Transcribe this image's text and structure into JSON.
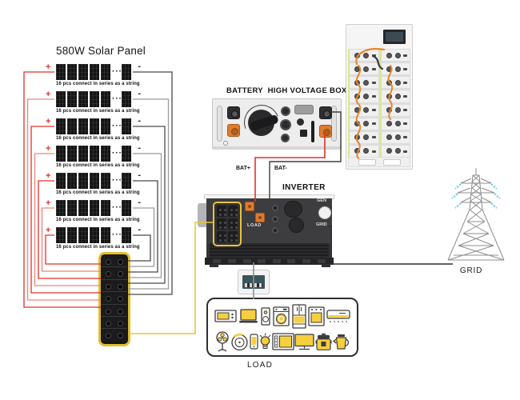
{
  "solar": {
    "title": "580W Solar Panel",
    "string_caption": "16 pcs connect in series as a string",
    "plus": "+",
    "minus": "-",
    "ellipsis": "···",
    "string_count": 7
  },
  "battery_box": {
    "title": "BATTERY  HIGH VOLTAGE BOX",
    "bat_plus_label": "BAT+",
    "bat_minus_label": "BAT-"
  },
  "inverter": {
    "title": "INVERTER",
    "load_label": "LOAD",
    "gen_label": "GEN",
    "grid_label": "GRID"
  },
  "grid": {
    "label": "GRID"
  },
  "load": {
    "label": "LOAD",
    "row1_icons": [
      "microwave",
      "laptop",
      "speaker",
      "washing-machine",
      "refrigerator",
      "oven",
      "air-conditioner"
    ],
    "row2_icons": [
      "fan",
      "robot-vacuum",
      "smartphone",
      "light-bulb",
      "microwave-oven",
      "television",
      "rice-cooker",
      "kettle"
    ]
  },
  "colors": {
    "pv_wire_positive": "#e23127",
    "pv_wire_negative": "#4a4a4a",
    "string_output_wire": "#e7c63c",
    "battery_wire_positive": "#e23127",
    "battery_wire_negative": "#3f3f3f",
    "connector_orange": "#dd7b2f",
    "combiner_border": "#e2bd2e",
    "insulator_blue": "#84cfe6",
    "appliance_yellow": "#f6cf3f"
  }
}
